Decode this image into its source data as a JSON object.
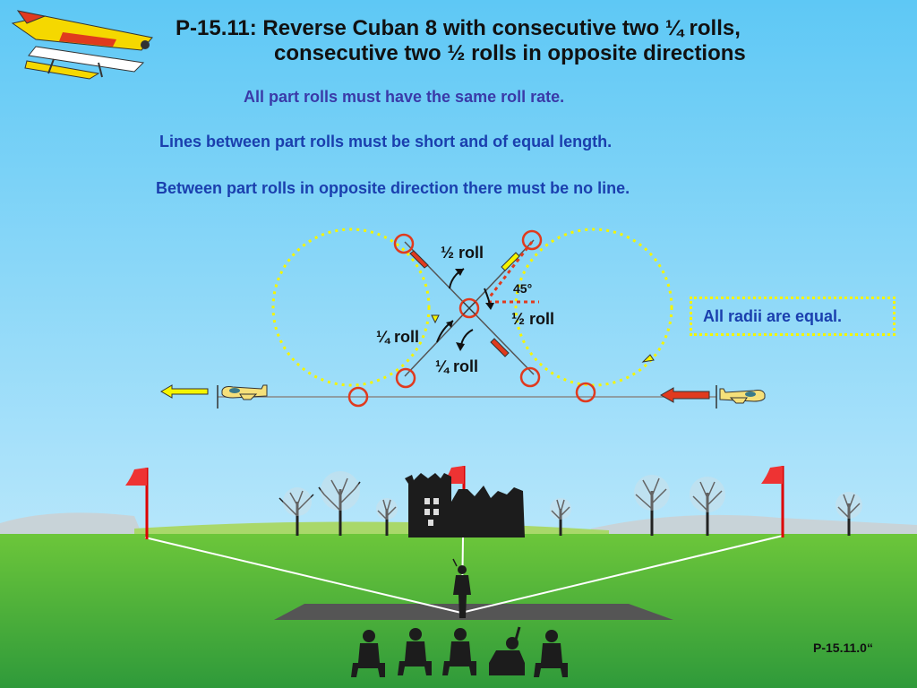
{
  "header": {
    "title_line1": "P-15.11: Reverse Cuban 8 with consecutive two ¼  rolls,",
    "title_line2": "consecutive two ½ rolls in opposite directions"
  },
  "notes": {
    "roll_rate": "All part  rolls must have the same roll rate.",
    "lines_between": "Lines between part rolls must be short and of equal length.",
    "no_line": "Between part rolls in opposite direction there must be no line."
  },
  "diagram_labels": {
    "half_roll_top": "½ roll",
    "angle": "45°",
    "half_roll_mid": "½ roll",
    "quarter_roll_left": "¼ roll",
    "quarter_roll_bottom": "¼ roll",
    "radii_note": "All radii are equal."
  },
  "footer": {
    "figure_code": "P-15.11.0“"
  },
  "colors": {
    "sky": "#5ec8f5",
    "grass": "#3aa83a",
    "loop_dots": "#f5f500",
    "roll_marker": "#e03a1e",
    "entry_arrow": "#e03a1e",
    "exit_arrow": "#f5f500",
    "text_blue": "#1a3fae"
  },
  "icons": {
    "logo": "aerobatic-plane-icon",
    "entry_plane": "plane-icon",
    "exit_plane": "plane-icon"
  }
}
